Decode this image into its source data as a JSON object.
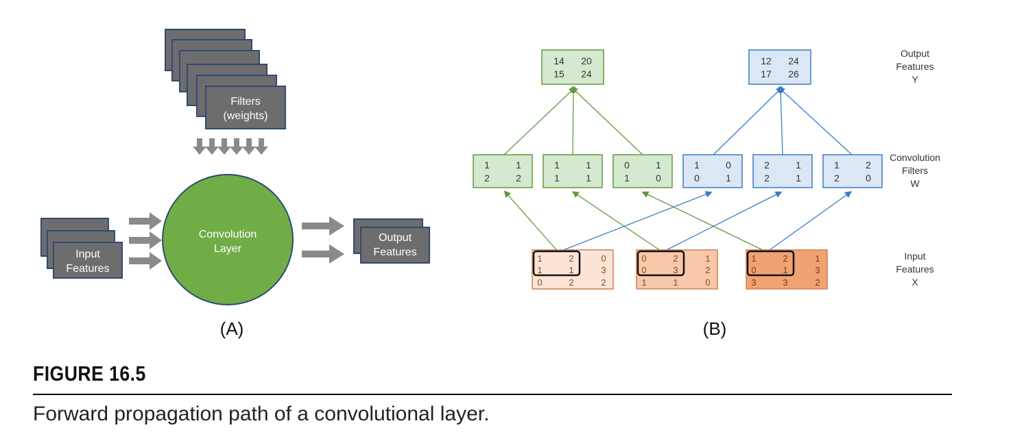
{
  "panel_a": {
    "filters_label": [
      "Filters",
      "(weights)"
    ],
    "input_label": [
      "Input",
      "Features"
    ],
    "layer_label": [
      "Convolution",
      "Layer"
    ],
    "output_label": [
      "Output",
      "Features"
    ],
    "panel_label": "(A)"
  },
  "panel_b": {
    "output_matrices": [
      [
        [
          14,
          20
        ],
        [
          15,
          24
        ]
      ],
      [
        [
          12,
          24
        ],
        [
          17,
          26
        ]
      ]
    ],
    "filter_matrices": [
      [
        [
          1,
          1
        ],
        [
          2,
          2
        ]
      ],
      [
        [
          1,
          1
        ],
        [
          1,
          1
        ]
      ],
      [
        [
          0,
          1
        ],
        [
          1,
          0
        ]
      ],
      [
        [
          1,
          0
        ],
        [
          0,
          1
        ]
      ],
      [
        [
          2,
          1
        ],
        [
          2,
          1
        ]
      ],
      [
        [
          1,
          2
        ],
        [
          2,
          0
        ]
      ]
    ],
    "input_matrices": [
      [
        [
          1,
          2,
          0
        ],
        [
          1,
          1,
          3
        ],
        [
          0,
          2,
          2
        ]
      ],
      [
        [
          0,
          2,
          1
        ],
        [
          0,
          3,
          2
        ],
        [
          1,
          1,
          0
        ]
      ],
      [
        [
          1,
          2,
          1
        ],
        [
          0,
          1,
          3
        ],
        [
          3,
          3,
          2
        ]
      ]
    ],
    "row_labels": {
      "output": [
        "Output",
        "Features",
        "Y"
      ],
      "filters": [
        "Convolution",
        "Filters",
        "W"
      ],
      "input": [
        "Input",
        "Features",
        "X"
      ]
    },
    "panel_label": "(B)"
  },
  "figure": {
    "label": "FIGURE 16.5",
    "caption": "Forward propagation path of a convolutional layer."
  },
  "colors": {
    "box_gray": "#6d6d6d",
    "box_border": "#2e4a73",
    "layer_green": "#70ad47",
    "arrow_gray": "#8a8a8a",
    "green_fill": "#d5e8d0",
    "green_line": "#5f9a3e",
    "blue_fill": "#dbe7f5",
    "blue_line": "#3a7cc4",
    "input_fills": [
      "#fbe4d6",
      "#f7c8aa",
      "#f0a272"
    ],
    "input_line": "#d08050"
  }
}
